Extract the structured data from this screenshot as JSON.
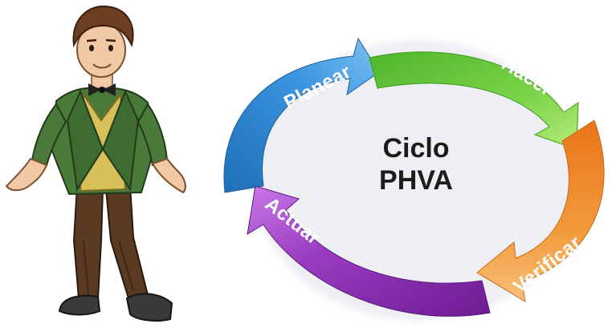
{
  "diagram": {
    "center": {
      "line1": "Ciclo",
      "line2": "PHVA"
    },
    "stages": [
      {
        "label": "Planear",
        "color": "#2f86d3",
        "light": "#6db8ee"
      },
      {
        "label": "Hacer",
        "color": "#63c63a",
        "light": "#a8e86f"
      },
      {
        "label": "Verificar",
        "color": "#f08a24",
        "light": "#f9bd67"
      },
      {
        "label": "Actuar",
        "color": "#8d2fb0",
        "light": "#c56ae0"
      }
    ]
  },
  "character": {
    "jacket_color": "#4a7a3a",
    "vest_color": "#d7bf5a",
    "pants_color": "#5a3b22",
    "hair_color": "#6b3f1f"
  }
}
